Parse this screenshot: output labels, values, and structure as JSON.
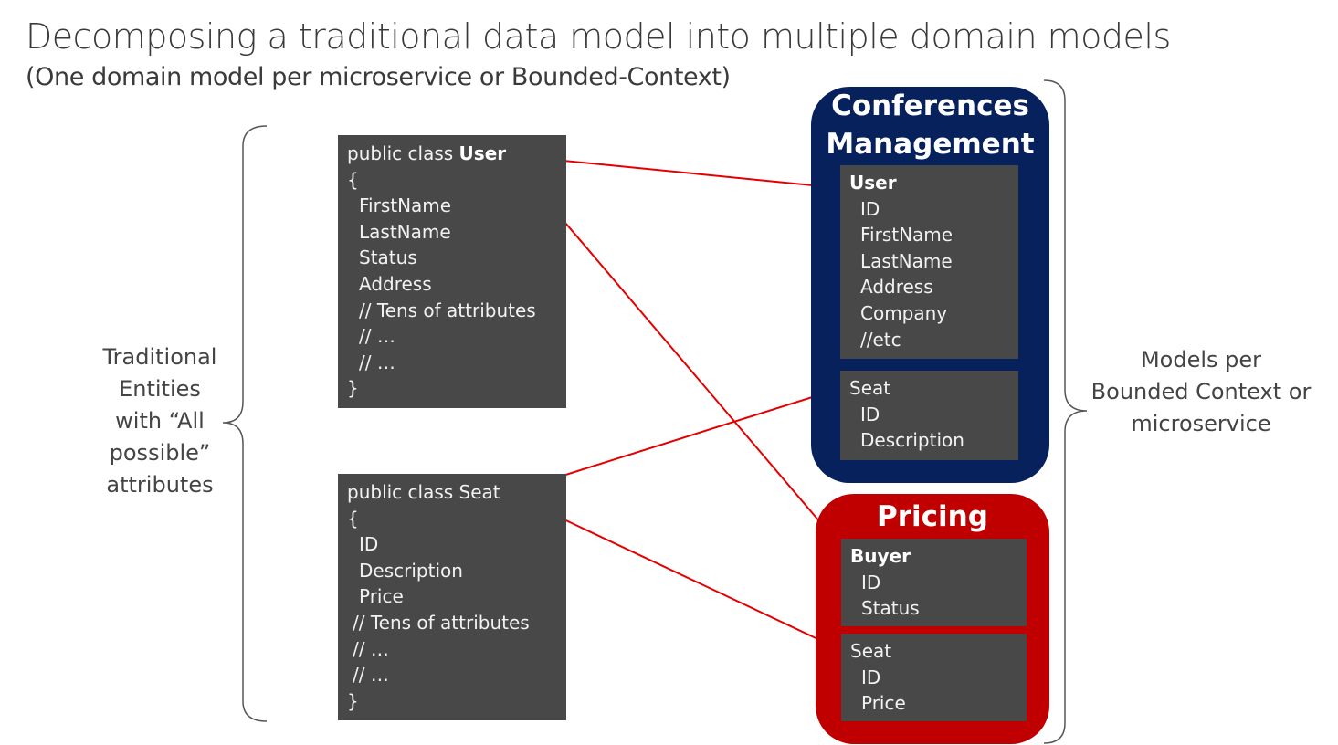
{
  "title": "Decomposing a traditional data model into multiple domain models",
  "subtitle": "(One domain model per microservice or Bounded-Context)",
  "left_label": "Traditional\nEntities\nwith “All\npossible”\nattributes",
  "right_label": "Models per\nBounded Context or\nmicroservice",
  "traditional_entities": [
    {
      "prefix": "public class ",
      "name": "User",
      "open": "{",
      "lines": [
        "FirstName",
        "LastName",
        "Status",
        "Address",
        "// Tens of attributes",
        "// …",
        "// …"
      ],
      "close": "}"
    },
    {
      "prefix": "public class ",
      "name": "Seat",
      "open": "{",
      "lines": [
        "ID",
        "Description",
        "Price",
        "// Tens of attributes",
        "// …",
        "// …"
      ],
      "close": "}"
    }
  ],
  "contexts": [
    {
      "name_line1": "Conferences",
      "name_line2": "Management",
      "color": "#06215c",
      "entities": [
        {
          "name": "User",
          "attributes": [
            "ID",
            "FirstName",
            "LastName",
            "Address",
            "Company",
            "//etc"
          ]
        },
        {
          "name": "Seat",
          "attributes": [
            "ID",
            "Description"
          ]
        }
      ]
    },
    {
      "name_line1": "Pricing",
      "color": "#c00000",
      "entities": [
        {
          "name": "Buyer",
          "attributes": [
            "ID",
            "Status"
          ]
        },
        {
          "name": "Seat",
          "attributes": [
            "ID",
            "Price"
          ]
        }
      ]
    }
  ],
  "arrow_color": "#e50000",
  "mappings": [
    {
      "from": "User",
      "to": "Conferences Management / User"
    },
    {
      "from": "User",
      "to": "Pricing / Buyer"
    },
    {
      "from": "Seat",
      "to": "Conferences Management / Seat"
    },
    {
      "from": "Seat",
      "to": "Pricing / Seat"
    }
  ]
}
